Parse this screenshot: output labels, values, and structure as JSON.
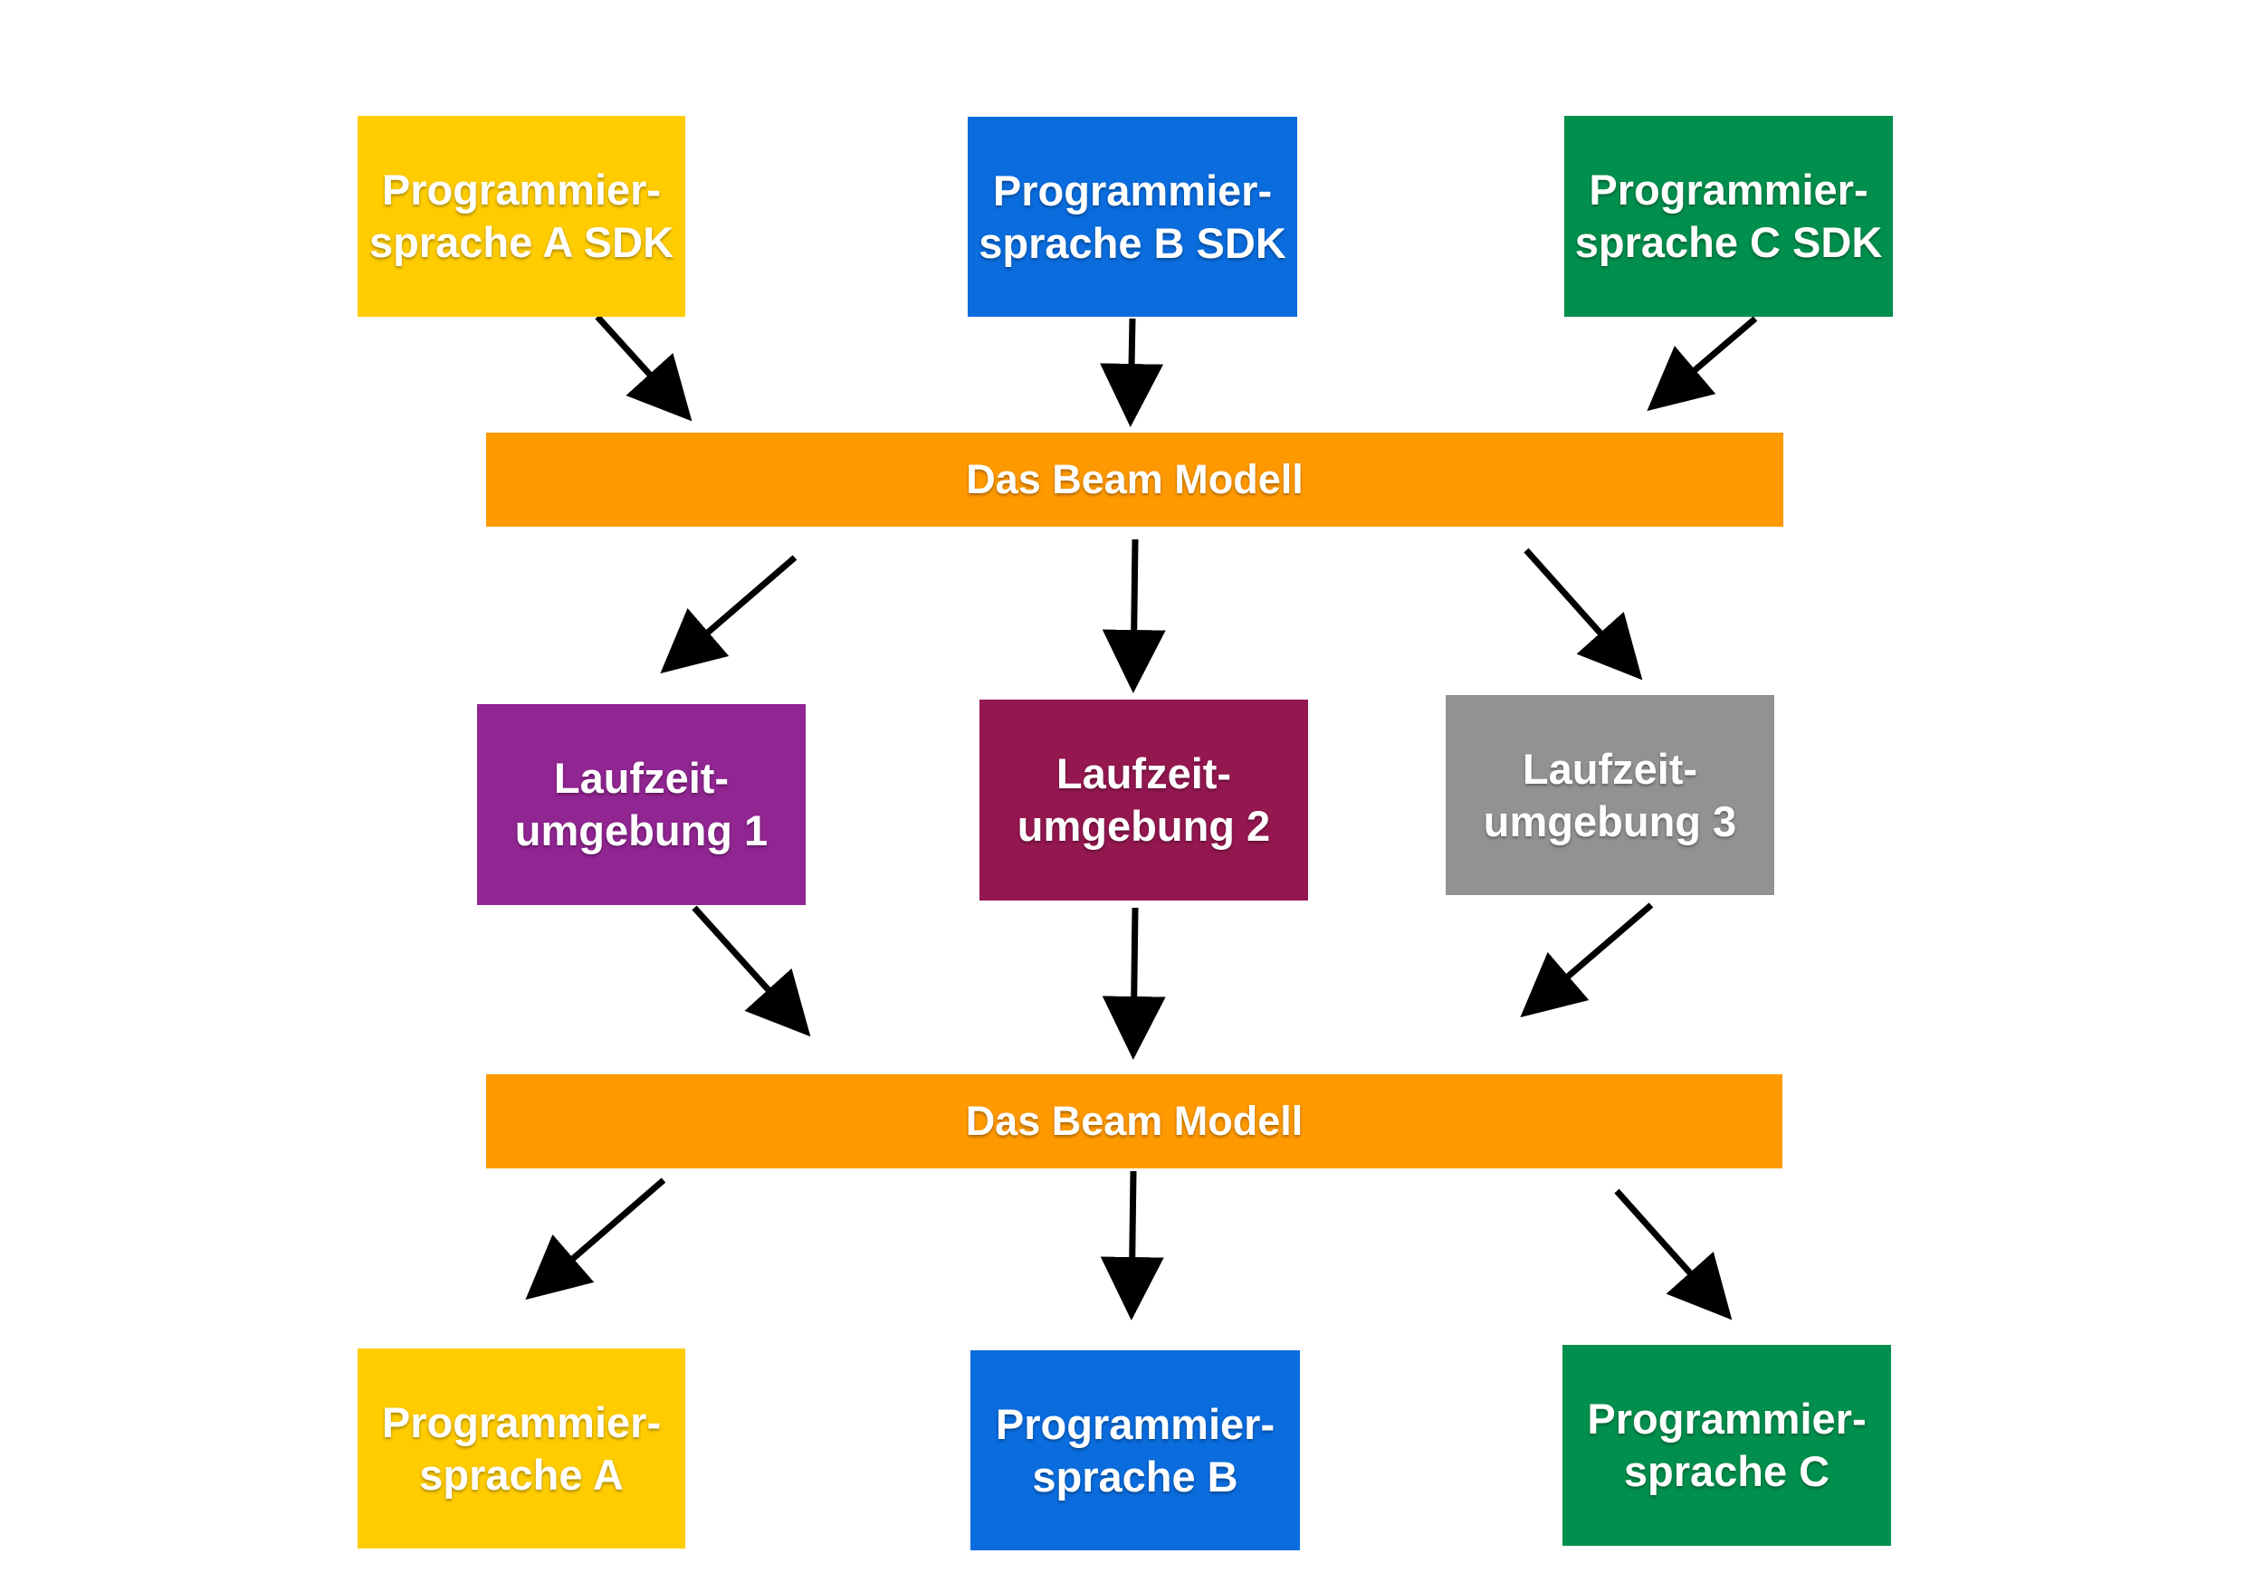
{
  "colors": {
    "yellow": "#FFCC00",
    "blue": "#0A6CDD",
    "green": "#008F4C",
    "orange": "#FF9900",
    "purple": "#912592",
    "maroon": "#941750",
    "gray": "#929292",
    "arrow": "#000000"
  },
  "sdks": [
    {
      "line1": "Programmier-",
      "line2": "sprache A SDK"
    },
    {
      "line1": "Programmier-",
      "line2": "sprache B SDK"
    },
    {
      "line1": "Programmier-",
      "line2": "sprache C SDK"
    }
  ],
  "model_top": {
    "label": "Das Beam Modell"
  },
  "runtimes": [
    {
      "line1": "Laufzeit-",
      "line2": "umgebung 1"
    },
    {
      "line1": "Laufzeit-",
      "line2": "umgebung 2"
    },
    {
      "line1": "Laufzeit-",
      "line2": "umgebung 3"
    }
  ],
  "model_bottom": {
    "label": "Das Beam Modell"
  },
  "languages": [
    {
      "line1": "Programmier-",
      "line2": "sprache A"
    },
    {
      "line1": "Programmier-",
      "line2": "sprache B"
    },
    {
      "line1": "Programmier-",
      "line2": "sprache C"
    }
  ]
}
